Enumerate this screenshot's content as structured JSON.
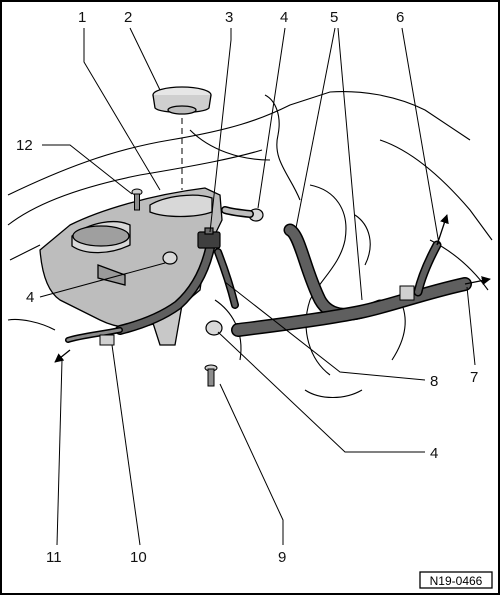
{
  "figure_id": "N19-0466",
  "callouts": [
    "1",
    "2",
    "3",
    "4",
    "5",
    "6",
    "7",
    "8",
    "4",
    "9",
    "10",
    "11",
    "4",
    "12"
  ],
  "colors": {
    "outline": "#000000",
    "tank_fill": "#bdbdbd",
    "hose_fill": "#5e5e5e",
    "engine_bay": "#ffffff",
    "cap_fill": "#e0e0e0"
  }
}
